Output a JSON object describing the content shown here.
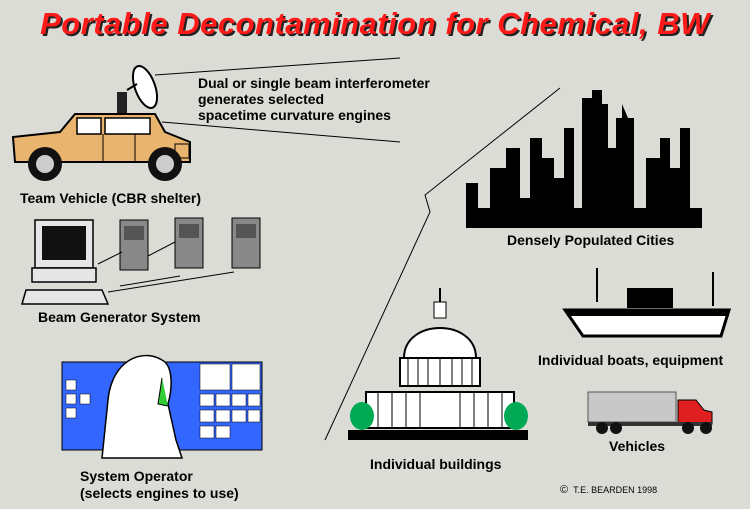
{
  "title": "Portable Decontamination for Chemical, BW",
  "beam_description": {
    "line1": "Dual or single beam interferometer",
    "line2": "generates selected",
    "line3": "spacetime curvature engines"
  },
  "labels": {
    "team_vehicle": "Team Vehicle (CBR shelter)",
    "beam_generator": "Beam Generator System",
    "system_operator_line1": "System Operator",
    "system_operator_line2": "(selects engines to use)",
    "cities": "Densely Populated Cities",
    "boats": "Individual boats, equipment",
    "vehicles": "Vehicles",
    "buildings": "Individual buildings"
  },
  "copyright": {
    "symbol": "©",
    "text": "T.E. BEARDEN 1998"
  },
  "colors": {
    "title": "#ff1a1a",
    "vehicle": "#e8b46e",
    "truck_cab": "#e02020",
    "operator_panel": "#3366ff"
  }
}
